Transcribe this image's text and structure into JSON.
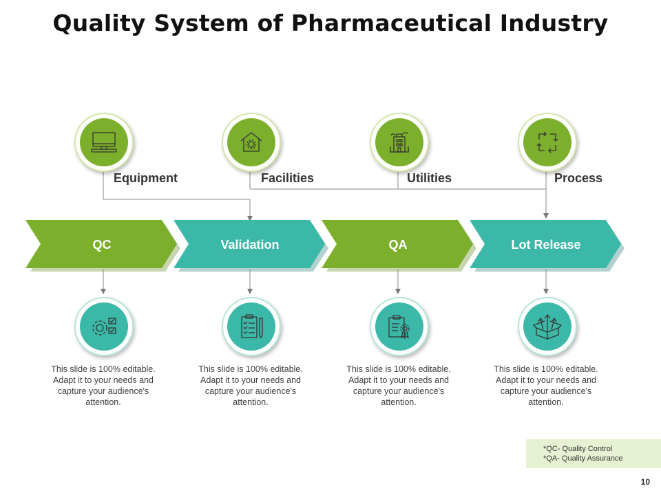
{
  "title": "Quality System of Pharmaceutical Industry",
  "categories": [
    {
      "label": "Equipment",
      "icon": "monitor-icon"
    },
    {
      "label": "Facilities",
      "icon": "house-gear-icon"
    },
    {
      "label": "Utilities",
      "icon": "building-icon"
    },
    {
      "label": "Process",
      "icon": "cycle-arrows-icon"
    }
  ],
  "steps": [
    {
      "label": "QC",
      "color": "#7cb02c",
      "icon": "gear-checklist-icon",
      "description": "This slide is 100% editable. Adapt it to your needs and capture your audience's attention."
    },
    {
      "label": "Validation",
      "color": "#3bb8a8",
      "icon": "clipboard-checklist-icon",
      "description": "This slide is 100% editable. Adapt it to your needs and capture your audience's attention."
    },
    {
      "label": "QA",
      "color": "#7cb02c",
      "icon": "certificate-icon",
      "description": "This slide is 100% editable. Adapt it to your needs and capture your audience's attention."
    },
    {
      "label": "Lot Release",
      "color": "#3bb8a8",
      "icon": "box-arrows-icon",
      "description": "This slide is 100% editable. Adapt it to your needs and capture your audience's attention."
    }
  ],
  "legend": {
    "line1": "*QC- Quality Control",
    "line2": "*QA- Quality Assurance"
  },
  "page_number": "10",
  "colors": {
    "green": "#7cb02c",
    "teal": "#3bb8a8",
    "legend_bg": "#e6f0d2"
  }
}
